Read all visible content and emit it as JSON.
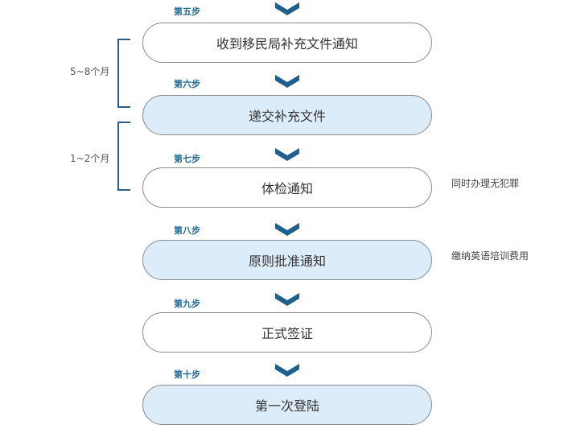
{
  "steps": [
    {
      "label": "第五步",
      "text": "收到移民局补充文件通知"
    },
    {
      "label": "第六步",
      "text": "递交补充文件"
    },
    {
      "label": "第七步",
      "text": "体检通知"
    },
    {
      "label": "第八步",
      "text": "原则批准通知"
    },
    {
      "label": "第九步",
      "text": "正式签证"
    },
    {
      "label": "第十步",
      "text": "第一次登陆"
    }
  ],
  "durations": [
    "5~8个月",
    "1~2个月"
  ],
  "notes": [
    "同时办理无犯罪",
    "缴纳英语培训费用"
  ],
  "colors": {
    "accent": "#1d6a96",
    "chevron": "#1f5f8c",
    "bracket": "#2b5c87",
    "highlight": "#dcedf9"
  }
}
